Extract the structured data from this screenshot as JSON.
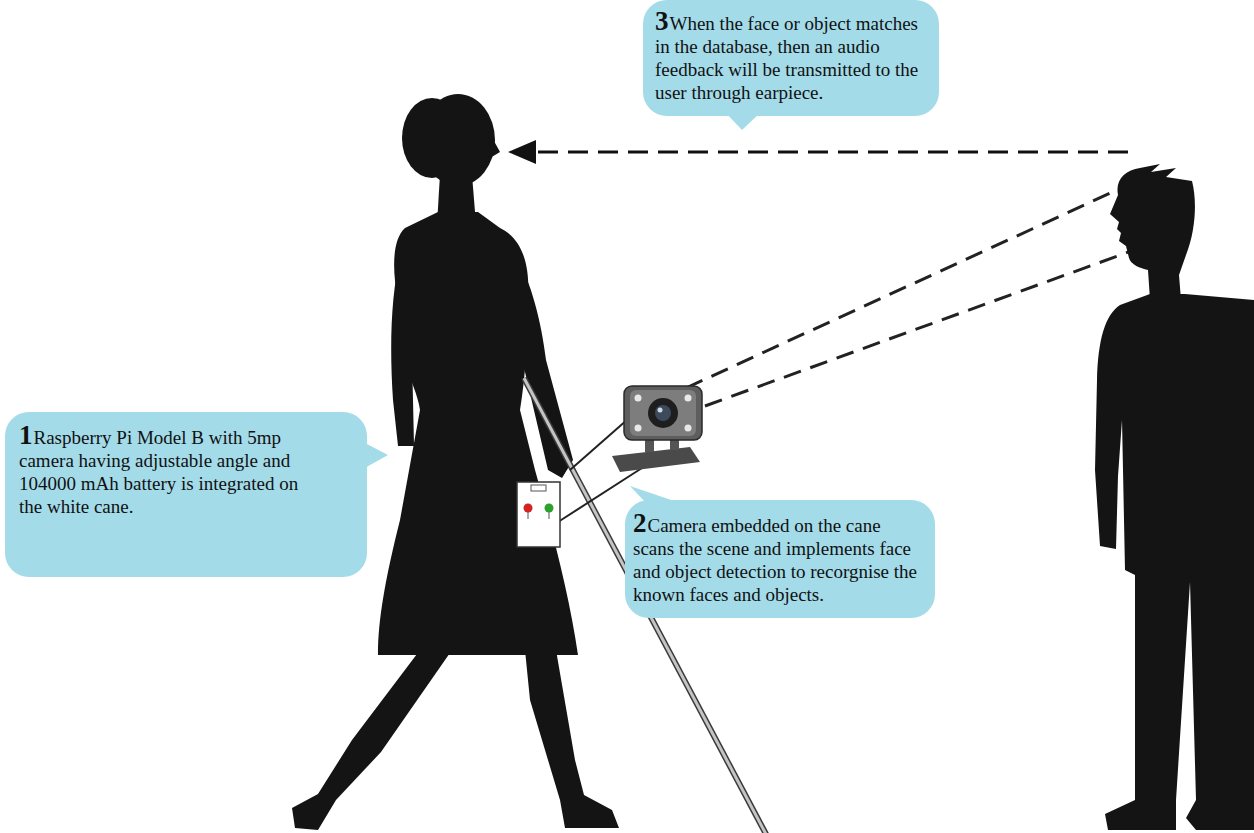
{
  "diagram": {
    "nodes": [
      {
        "text": [
          "1",
          "Raspberry Pi Model B with 5mp camera having adjustable angle and 104000 mAh battery is integrated on the white cane."
        ]
      },
      {
        "text": [
          "2",
          "Camera embedded on the cane scans the scene and implements face and object detection to recorgnise the known faces and objects."
        ]
      },
      {
        "text": [
          "3",
          "When the face or object matches in the database, then an audio feedback will be transmitted to the user through earpiece."
        ]
      }
    ]
  }
}
